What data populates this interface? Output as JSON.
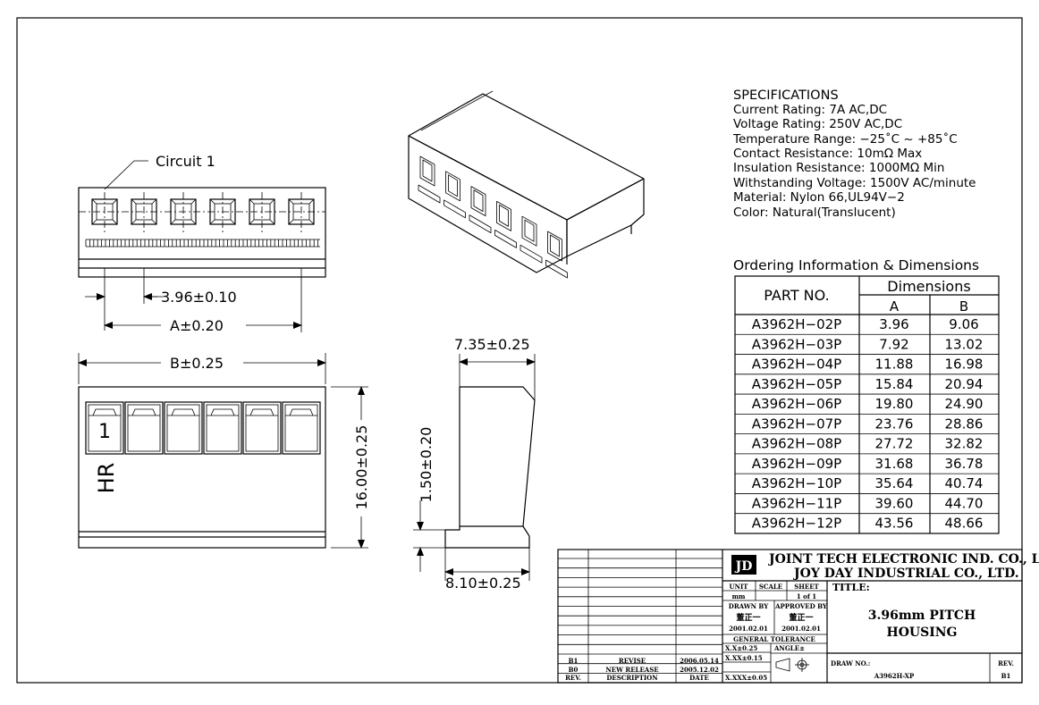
{
  "specs": {
    "heading": "SPECIFICATIONS",
    "lines": [
      "Current Rating: 7A AC,DC",
      "Voltage Rating: 250V AC,DC",
      "Temperature Range: −25˚C ~ +85˚C",
      "Contact Resistance: 10mΩ Max",
      "Insulation Resistance: 1000MΩ Min",
      "Withstanding Voltage: 1500V AC/minute",
      "Material: Nylon 66,UL94V−2",
      "Color: Natural(Translucent)"
    ]
  },
  "ordering": {
    "title": "Ordering Information & Dimensions",
    "col_part": "PART NO.",
    "col_dims": "Dimensions",
    "col_a": "A",
    "col_b": "B",
    "rows": [
      [
        "A3962H−02P",
        "3.96",
        "9.06"
      ],
      [
        "A3962H−03P",
        "7.92",
        "13.02"
      ],
      [
        "A3962H−04P",
        "11.88",
        "16.98"
      ],
      [
        "A3962H−05P",
        "15.84",
        "20.94"
      ],
      [
        "A3962H−06P",
        "19.80",
        "24.90"
      ],
      [
        "A3962H−07P",
        "23.76",
        "28.86"
      ],
      [
        "A3962H−08P",
        "27.72",
        "32.82"
      ],
      [
        "A3962H−09P",
        "31.68",
        "36.78"
      ],
      [
        "A3962H−10P",
        "35.64",
        "40.74"
      ],
      [
        "A3962H−11P",
        "39.60",
        "44.70"
      ],
      [
        "A3962H−12P",
        "43.56",
        "48.66"
      ]
    ]
  },
  "drawing": {
    "circuit_label": "Circuit 1",
    "pitch_dim": "3.96±0.10",
    "a_dim": "A±0.20",
    "b_dim": "B±0.25",
    "height_dim": "16.00±0.25",
    "side_top_dim": "7.35±0.25",
    "side_step_dim": "1.50±0.20",
    "side_bottom_dim": "8.10±0.25",
    "pin1_mark": "1",
    "brand_mark": "HR"
  },
  "title_block": {
    "company1": "JOINT TECH ELECTRONIC IND. CO., LTD.",
    "company2": "JOY DAY INDUSTRIAL CO., LTD.",
    "unit_label": "UNIT",
    "unit_value": "mm",
    "scale_label": "SCALE",
    "sheet_label": "SHEET",
    "sheet_value": "1 of 1",
    "drawn_by_label": "DRAWN BY",
    "drawn_by_name": "董正一",
    "drawn_date": "2001.02.01",
    "approved_by_label": "APPROVED BY",
    "approved_by_name": "董正一",
    "approved_date": "2001.02.01",
    "general_tolerance": "GENERAL TOLERANCE",
    "tol1": "X.X±0.25",
    "tol2": "X.XX±0.15",
    "tol3": "X.XXX±0.05",
    "angle_label": "ANGLE±",
    "title_label": "TITLE:",
    "title_line1": "3.96mm PITCH",
    "title_line2": "HOUSING",
    "draw_no_label": "DRAW NO.:",
    "draw_no": "A3962H-XP",
    "rev_label": "REV.",
    "rev_value": "B1",
    "revisions": [
      {
        "rev": "B1",
        "desc": "REVISE",
        "date": "2006.05.14"
      },
      {
        "rev": "B0",
        "desc": "NEW RELEASE",
        "date": "2005.12.02"
      }
    ],
    "rev_header": "REV.",
    "desc_header": "DESCRIPTION",
    "date_header": "DATE"
  }
}
